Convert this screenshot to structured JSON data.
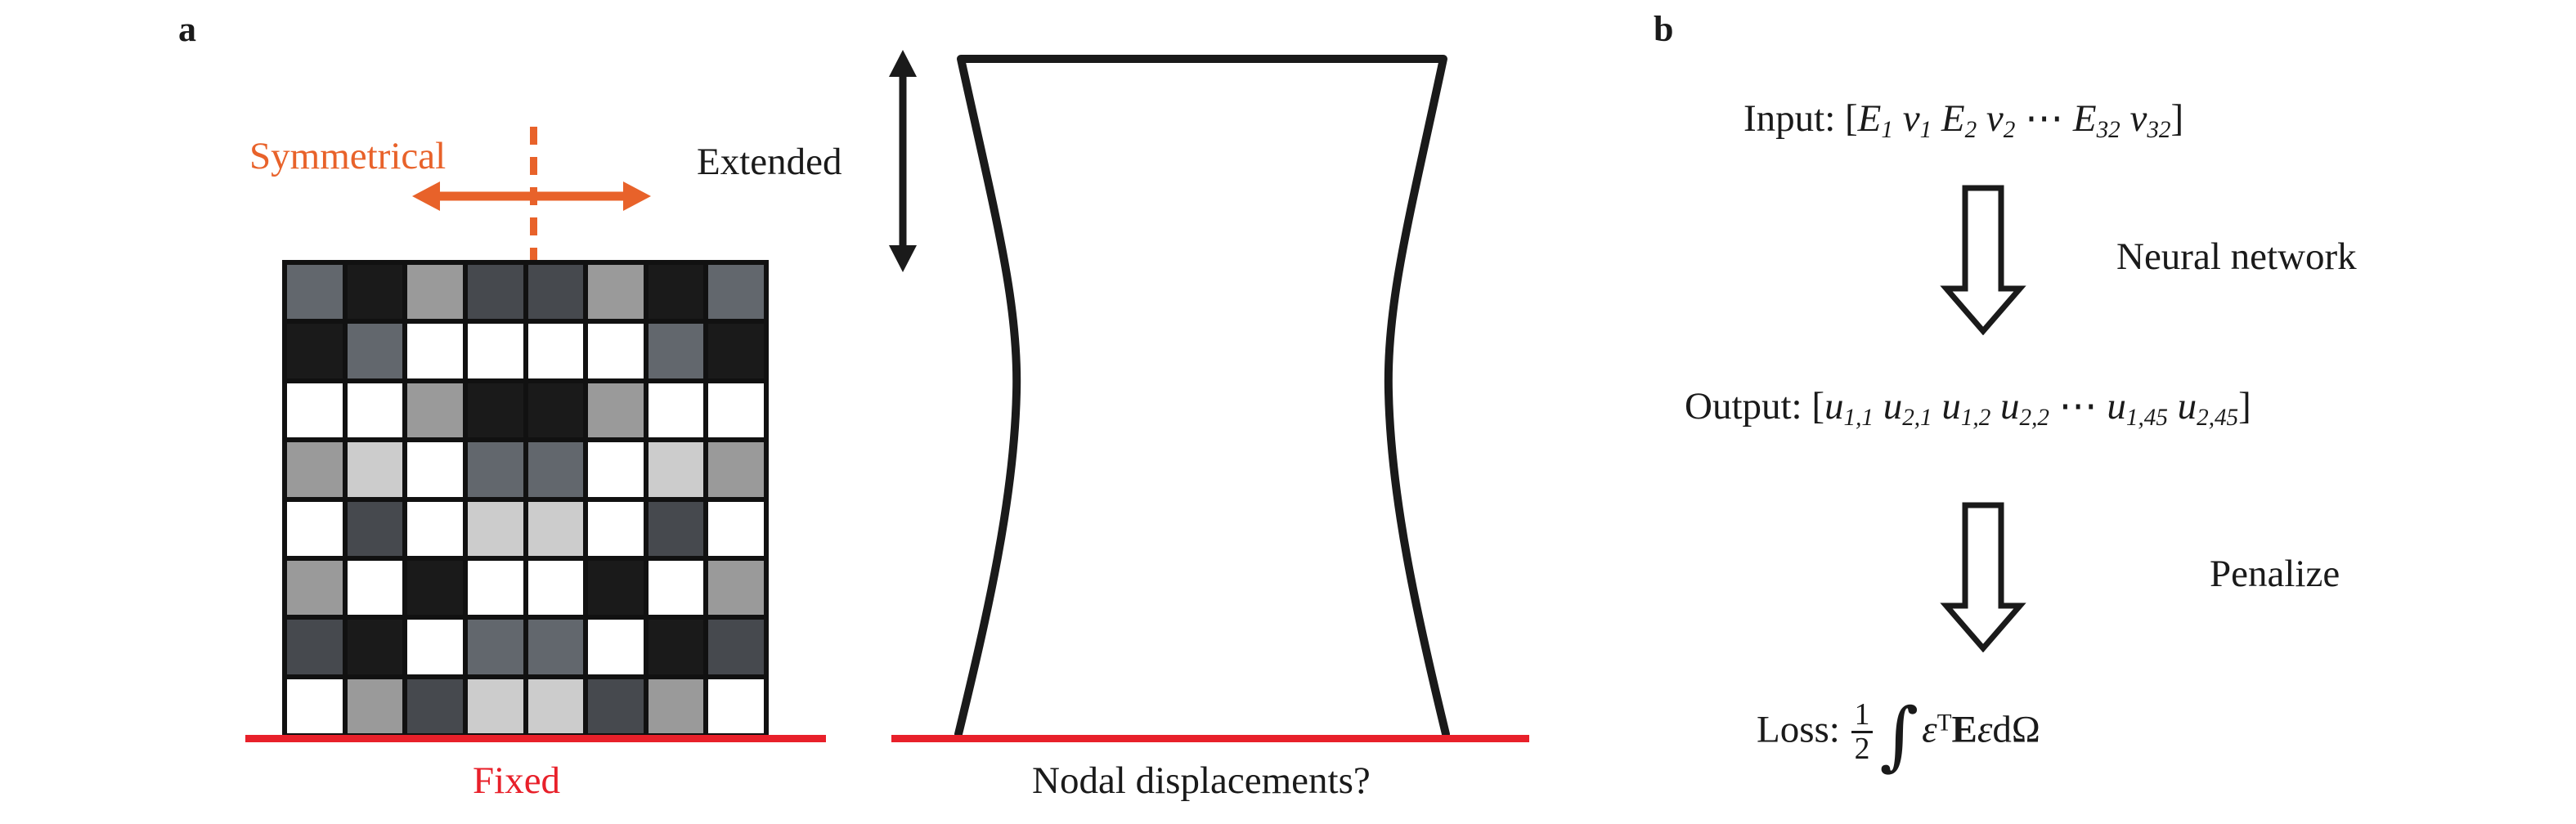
{
  "panels": {
    "a_letter": "a",
    "b_letter": "b"
  },
  "panel_a": {
    "symmetry_label": "Symmetrical",
    "extended_label": "Extended",
    "fixed_label": "Fixed",
    "nodal_label": "Nodal displacements?",
    "colors": {
      "symmetry_accent": "#e8622a",
      "fixed_accent": "#e8202a",
      "grid_border": "#111111"
    },
    "grid": {
      "rows": 8,
      "cols": 8,
      "palette": {
        "w": "#ffffff",
        "l": "#cccccc",
        "m": "#9a9a9a",
        "g": "#62676d",
        "d": "#46494e",
        "k": "#1a1a1a"
      },
      "cells": [
        [
          "g",
          "k",
          "m",
          "d",
          "d",
          "m",
          "k",
          "g"
        ],
        [
          "k",
          "g",
          "w",
          "w",
          "w",
          "w",
          "g",
          "k"
        ],
        [
          "w",
          "w",
          "m",
          "k",
          "k",
          "m",
          "w",
          "w"
        ],
        [
          "m",
          "l",
          "w",
          "g",
          "g",
          "w",
          "l",
          "m"
        ],
        [
          "w",
          "d",
          "w",
          "l",
          "l",
          "w",
          "d",
          "w"
        ],
        [
          "m",
          "w",
          "k",
          "w",
          "w",
          "k",
          "w",
          "m"
        ],
        [
          "d",
          "k",
          "w",
          "g",
          "g",
          "w",
          "k",
          "d"
        ],
        [
          "w",
          "m",
          "d",
          "l",
          "l",
          "d",
          "m",
          "w"
        ]
      ]
    }
  },
  "panel_b": {
    "input": {
      "prefix": "Input: [",
      "terms": [
        "E",
        "v",
        "E",
        "v"
      ],
      "subs": [
        "1",
        "1",
        "2",
        "2"
      ],
      "ellipsis": "⋯",
      "tail_terms": [
        "E",
        "v"
      ],
      "tail_subs": [
        "32",
        "32"
      ],
      "suffix": "]"
    },
    "output": {
      "prefix": "Output: [",
      "terms": [
        "u",
        "u",
        "u",
        "u"
      ],
      "subs": [
        "1,1",
        "2,1",
        "1,2",
        "2,2"
      ],
      "ellipsis": "⋯",
      "tail_terms": [
        "u",
        "u"
      ],
      "tail_subs": [
        "1,45",
        "2,45"
      ],
      "suffix": "]"
    },
    "arrow1_label": "Neural network",
    "arrow2_label": "Penalize",
    "loss": {
      "prefix": "Loss: ",
      "numerator": "1",
      "denominator": "2",
      "integral": "∫",
      "epsilon": "ε",
      "transpose": "T",
      "stiffness": "E",
      "epsilon2": "ε",
      "measure": "dΩ"
    }
  }
}
